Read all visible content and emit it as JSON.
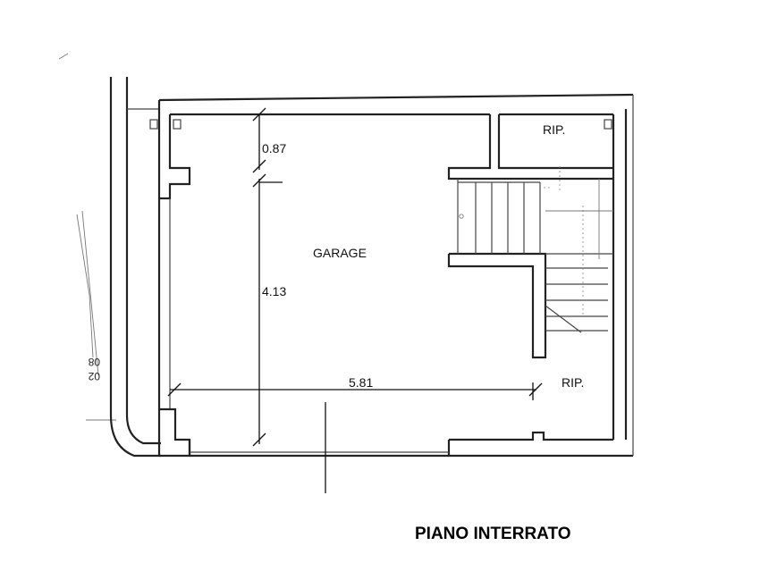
{
  "plan": {
    "rooms": {
      "garage": "GARAGE",
      "storage_top": "RIP.",
      "storage_bottom": "RIP."
    },
    "dimensions": {
      "top_short": "0.87",
      "height": "4.13",
      "width": "5.81"
    },
    "side_marks": [
      "08",
      "02"
    ],
    "title": "PIANO INTERRATO"
  }
}
